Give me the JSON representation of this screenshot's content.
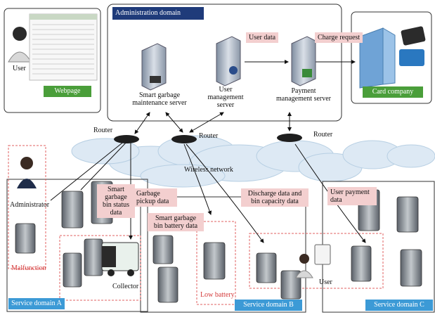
{
  "title": "Administration domain",
  "webpage_panel": {
    "user_label": "User",
    "tag": "Webpage"
  },
  "card_company": {
    "tag": "Card company"
  },
  "servers": {
    "smart_garbage": "Smart garbage maintenance server",
    "user_management": "User management server",
    "payment_management": "Payment management server"
  },
  "flows": {
    "user_data": "User data",
    "charge_request": "Charge request",
    "smart_garbage_bin_status_data": "Smart garbage bin status data",
    "garbage_pickup_data": "Garbage pickup data",
    "smart_garbage_bin_battery_data": "Smart garbage bin battery data",
    "discharge_bin_capacity": "Discharge data and bin capacity data",
    "user_payment_data": "User payment data"
  },
  "routers": {
    "left": "Router",
    "middle": "Router",
    "right": "Router"
  },
  "network": "Wireless network",
  "actors": {
    "administrator": "Administrator",
    "malfunction": "Malfunction",
    "collector": "Collector",
    "low_battery": "Low battery",
    "user": "User"
  },
  "domains": {
    "a": "Service domain A",
    "b": "Service domain B",
    "c": "Service domain C"
  },
  "colors": {
    "pink_label": "#f3cfcf",
    "green_tag": "#4a9e3a",
    "blue_tag": "#3c9ad6",
    "navy_title": "#1f3b7a",
    "red_dash": "#e06060"
  }
}
